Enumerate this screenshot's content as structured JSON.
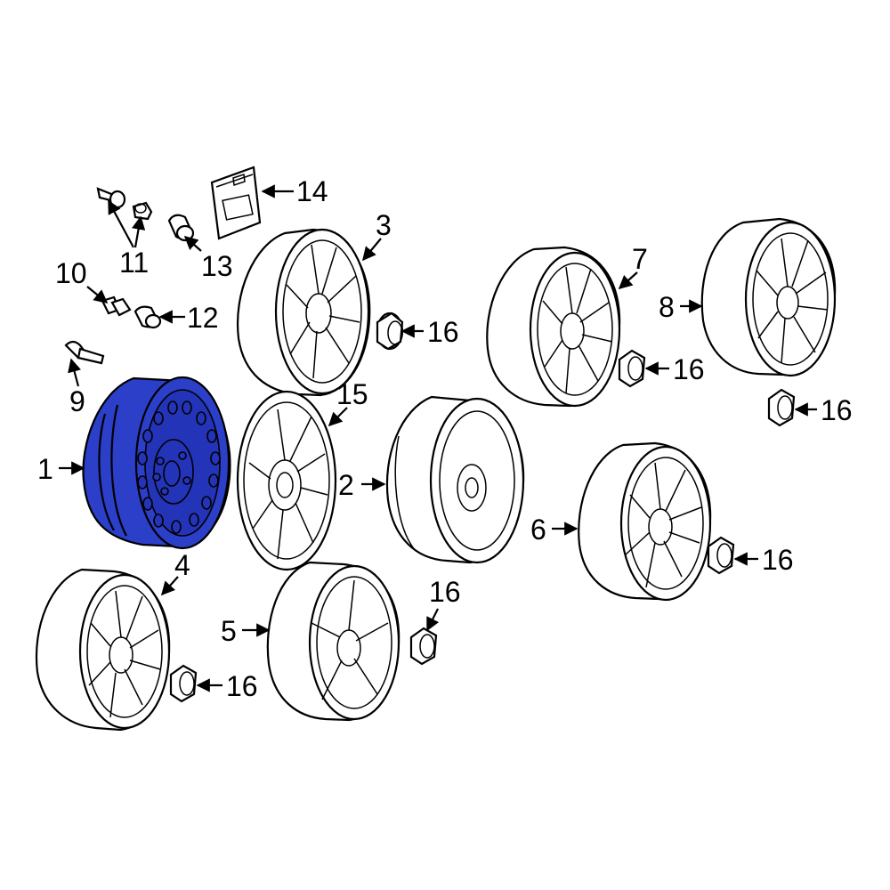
{
  "colors": {
    "highlight": "#2c3fc8",
    "line": "#000000",
    "background": "#ffffff"
  },
  "callouts": {
    "c1": "1",
    "c2": "2",
    "c3": "3",
    "c4": "4",
    "c5": "5",
    "c6": "6",
    "c7": "7",
    "c8": "8",
    "c9": "9",
    "c10": "10",
    "c11": "11",
    "c12": "12",
    "c13": "13",
    "c14": "14",
    "c15": "15",
    "c16": "16"
  },
  "highlighted_part": "1"
}
